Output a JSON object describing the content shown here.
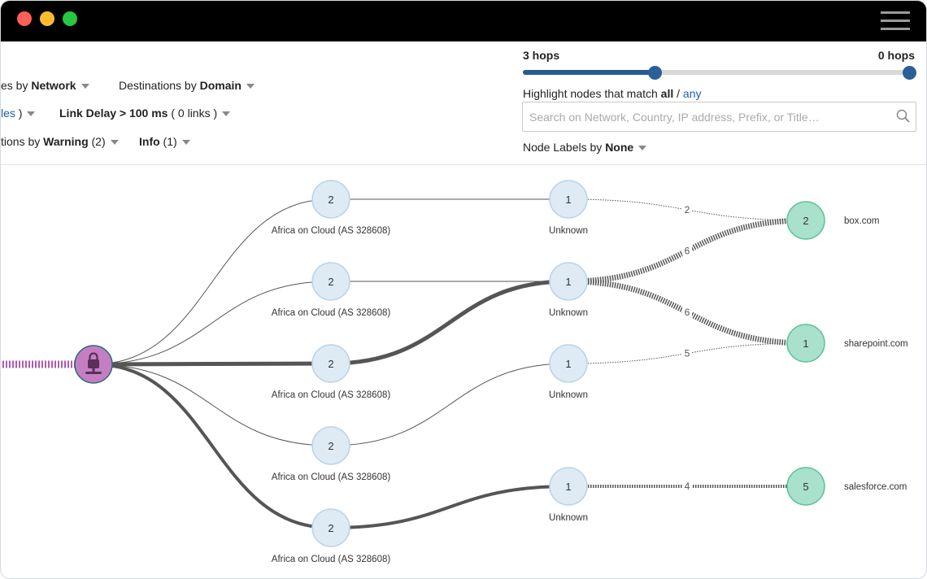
{
  "window": {
    "controls": {
      "close_color": "#fe5f57",
      "minimize_color": "#febc2e",
      "maximize_color": "#28c840"
    },
    "menu_icon": "hamburger-icon"
  },
  "filters": {
    "row1": [
      {
        "prefix": "es by ",
        "bold": "Network"
      },
      {
        "prefix": "Destinations by ",
        "bold": "Domain"
      }
    ],
    "row2": {
      "partial_link": "les",
      "partial_close": " )",
      "delay_bold": "Link Delay > 100 ms",
      "delay_count": " ( 0 links )"
    },
    "row3": {
      "prefix": "tions by ",
      "bold": "Warning",
      "warning_count": " (2)",
      "info_bold": "Info",
      "info_count": " (1)"
    }
  },
  "hops": {
    "left_label": "3 hops",
    "right_label": "0 hops",
    "value_fraction": 0.34
  },
  "highlight": {
    "prefix": "Highlight nodes that match ",
    "all": "all",
    "sep": " / ",
    "any": "any"
  },
  "search": {
    "placeholder": "Search on Network, Country, IP address, Prefix, or Title…",
    "value": ""
  },
  "node_labels": {
    "prefix": "Node Labels by ",
    "bold": "None"
  },
  "graph": {
    "colors": {
      "source": "#c47fc3",
      "intermediate": "#deeaf4",
      "destination": "#a9e1cd",
      "source_link": "#b45ab3",
      "link": "#555555"
    },
    "source": {
      "icon": "lock-icon"
    },
    "networks": [
      {
        "count": "2",
        "label": "Africa on Cloud (AS 328608)"
      },
      {
        "count": "2",
        "label": "Africa on Cloud (AS 328608)"
      },
      {
        "count": "2",
        "label": "Africa on Cloud (AS 328608)"
      },
      {
        "count": "2",
        "label": "Africa on Cloud (AS 328608)"
      },
      {
        "count": "2",
        "label": "Africa on Cloud (AS 328608)"
      }
    ],
    "hops": [
      {
        "count": "1",
        "label": "Unknown"
      },
      {
        "count": "1",
        "label": "Unknown"
      },
      {
        "count": "1",
        "label": "Unknown"
      },
      {
        "count": "1",
        "label": "Unknown"
      }
    ],
    "destinations": [
      {
        "count": "2",
        "label": "box.com"
      },
      {
        "count": "1",
        "label": "sharepoint.com"
      },
      {
        "count": "5",
        "label": "salesforce.com"
      }
    ],
    "dest_links": [
      {
        "from": 0,
        "to": 0,
        "label": "2"
      },
      {
        "from": 1,
        "to": 0,
        "label": "6"
      },
      {
        "from": 1,
        "to": 1,
        "label": "6"
      },
      {
        "from": 2,
        "to": 1,
        "label": "5"
      },
      {
        "from": 3,
        "to": 2,
        "label": "4"
      }
    ]
  }
}
